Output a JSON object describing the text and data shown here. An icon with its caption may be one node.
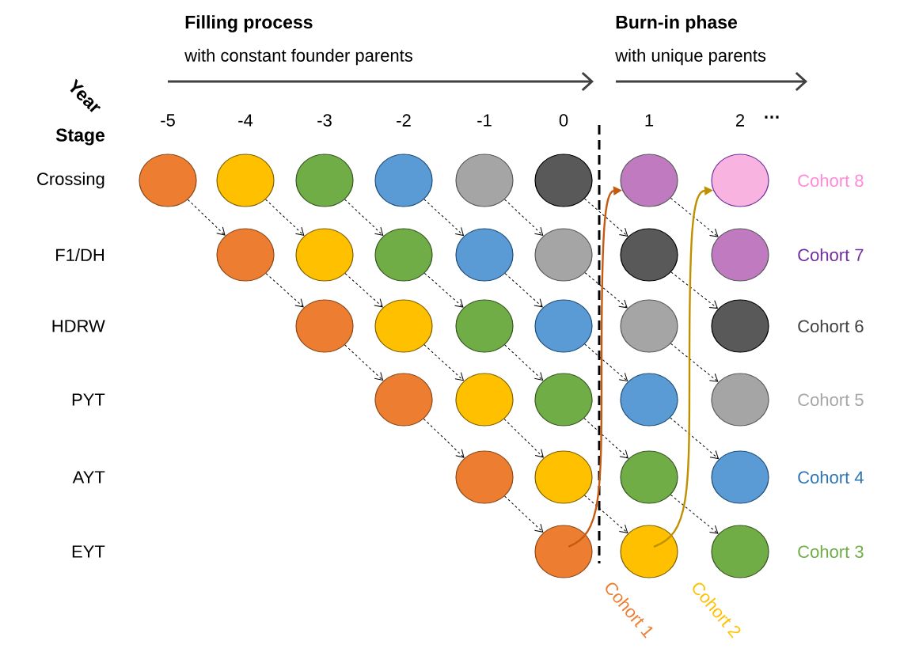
{
  "diagram": {
    "nodes": [
      {
        "text": [],
        "shape": "circle"
      },
      {
        "text": [],
        "shape": "circle"
      },
      {
        "text": [],
        "shape": "circle"
      },
      {
        "text": [],
        "shape": "circle"
      },
      {
        "text": [],
        "shape": "circle"
      },
      {
        "text": [],
        "shape": "circle"
      },
      {
        "text": [],
        "shape": "circle"
      },
      {
        "text": [],
        "shape": "circle"
      },
      {
        "text": [],
        "shape": "circle"
      },
      {
        "text": [],
        "shape": "circle"
      },
      {
        "text": [],
        "shape": "circle"
      },
      {
        "text": [],
        "shape": "circle"
      },
      {
        "text": [],
        "shape": "circle"
      },
      {
        "text": [],
        "shape": "circle"
      },
      {
        "text": [],
        "shape": "circle"
      },
      {
        "text": [],
        "shape": "circle"
      },
      {
        "text": [],
        "shape": "circle"
      },
      {
        "text": [],
        "shape": "circle"
      },
      {
        "text": [],
        "shape": "circle"
      },
      {
        "text": [],
        "shape": "circle"
      },
      {
        "text": [],
        "shape": "circle"
      },
      {
        "text": [],
        "shape": "circle"
      },
      {
        "text": [],
        "shape": "circle"
      },
      {
        "text": [],
        "shape": "circle"
      },
      {
        "text": [],
        "shape": "circle"
      },
      {
        "text": [],
        "shape": "circle"
      },
      {
        "text": [],
        "shape": "circle"
      },
      {
        "text": [],
        "shape": "circle"
      },
      {
        "text": [],
        "shape": "circle"
      },
      {
        "text": [],
        "shape": "circle"
      },
      {
        "text": [],
        "shape": "circle"
      },
      {
        "text": [],
        "shape": "circle"
      },
      {
        "text": [],
        "shape": "circle"
      }
    ],
    "edges": [
      {
        "from": 0,
        "to": 8,
        "arrow": "to",
        "style": "dashed"
      },
      {
        "from": 1,
        "to": 9,
        "arrow": "to",
        "style": "dashed"
      },
      {
        "from": 2,
        "to": 10,
        "arrow": "to",
        "style": "dashed"
      },
      {
        "from": 3,
        "to": 11,
        "arrow": "to",
        "style": "dashed"
      },
      {
        "from": 4,
        "to": 12,
        "arrow": "to",
        "style": "dashed"
      },
      {
        "from": 5,
        "to": 13,
        "arrow": "to",
        "style": "dashed"
      },
      {
        "from": 6,
        "to": 14,
        "arrow": "to",
        "style": "dashed"
      },
      {
        "from": 8,
        "to": 15,
        "arrow": "to",
        "style": "dashed"
      },
      {
        "from": 9,
        "to": 16,
        "arrow": "to",
        "style": "dashed"
      },
      {
        "from": 10,
        "to": 17,
        "arrow": "to",
        "style": "dashed"
      },
      {
        "from": 11,
        "to": 18,
        "arrow": "to",
        "style": "dashed"
      },
      {
        "from": 12,
        "to": 19,
        "arrow": "to",
        "style": "dashed"
      },
      {
        "from": 13,
        "to": 20,
        "arrow": "to",
        "style": "dashed"
      },
      {
        "from": 15,
        "to": 21,
        "arrow": "to",
        "style": "dashed"
      },
      {
        "from": 16,
        "to": 22,
        "arrow": "to",
        "style": "dashed"
      },
      {
        "from": 17,
        "to": 23,
        "arrow": "to",
        "style": "dashed"
      },
      {
        "from": 18,
        "to": 24,
        "arrow": "to",
        "style": "dashed"
      },
      {
        "from": 19,
        "to": 25,
        "arrow": "to",
        "style": "dashed"
      },
      {
        "from": 21,
        "to": 26,
        "arrow": "to",
        "style": "dashed"
      },
      {
        "from": 22,
        "to": 27,
        "arrow": "to",
        "style": "dashed"
      },
      {
        "from": 23,
        "to": 28,
        "arrow": "to",
        "style": "dashed"
      },
      {
        "from": 24,
        "to": 29,
        "arrow": "to",
        "style": "dashed"
      },
      {
        "from": 26,
        "to": 30,
        "arrow": "to",
        "style": "dashed"
      },
      {
        "from": 27,
        "to": 31,
        "arrow": "to",
        "style": "dashed"
      },
      {
        "from": 28,
        "to": 32,
        "arrow": "to",
        "style": "dashed"
      },
      {
        "from": 30,
        "to": 6,
        "arrow": "to",
        "color": "#c55a11"
      },
      {
        "from": 31,
        "to": 7,
        "arrow": "to",
        "color": "#bf9000"
      }
    ],
    "labels": [
      "Filling process",
      "with constant founder parents",
      "Burn-in phase",
      "with unique parents",
      "Year",
      "Stage",
      "-5",
      "-4",
      "-3",
      "-2",
      "-1",
      "0",
      "1",
      "2",
      "…",
      "Crossing",
      "Cohort 8",
      "F1/DH",
      "Cohort 7",
      "HDRW",
      "Cohort 6",
      "PYT",
      "Cohort 5",
      "AYT",
      "Cohort 4",
      "EYT",
      "Cohort 3",
      "Cohort 1",
      "Cohort 2"
    ]
  }
}
